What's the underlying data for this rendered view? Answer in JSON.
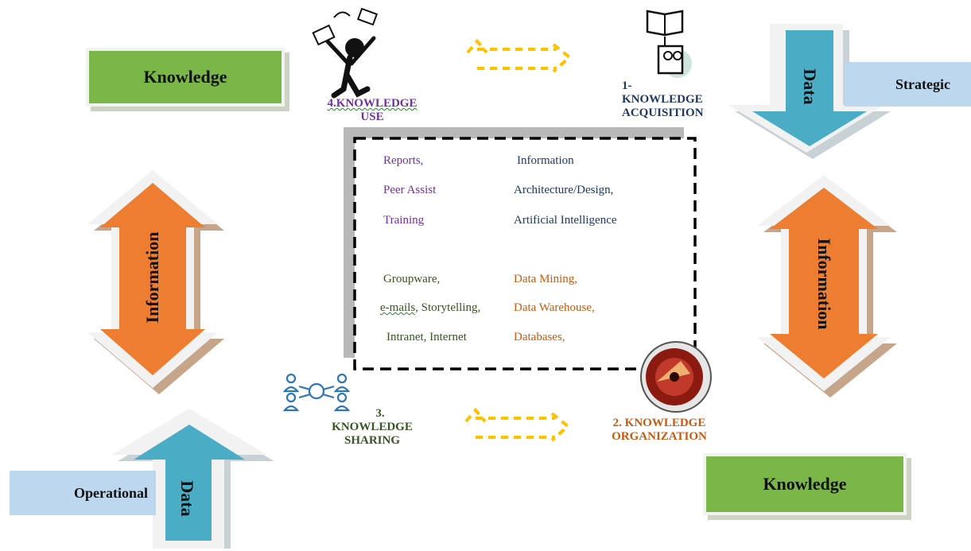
{
  "knowledge_boxes": {
    "top_left": "Knowledge",
    "bottom_right": "Knowledge"
  },
  "tags": {
    "strategic": "Strategic",
    "operational": "Operational"
  },
  "arrows": {
    "data_top_right": "Data",
    "data_bottom_left": "Data",
    "info_left": "Information",
    "info_right": "Information"
  },
  "phases": {
    "use": {
      "line1": "4.KNOWLEDGE",
      "line2": "USE"
    },
    "acquisition": {
      "line1": "1-",
      "line2": "KNOWLEDGE",
      "line3": "ACQUISITION"
    },
    "sharing": {
      "line1": "3.",
      "line2": "KNOWLEDGE",
      "line3": "SHARING"
    },
    "organization": {
      "line1": "2. KNOWLEDGE",
      "line2": "ORGANIZATION"
    }
  },
  "center": {
    "use_items": [
      "Reports,",
      "Peer Assist",
      "Training"
    ],
    "acquisition_items": [
      "Information",
      "Architecture/Design,",
      "Artificial Intelligence"
    ],
    "sharing_items": [
      "Groupware,",
      "e-mails",
      "Storytelling,",
      "Intranet, Internet"
    ],
    "organization_items": [
      "Data Mining,",
      "Data Warehouse,",
      "Databases,"
    ]
  },
  "colors": {
    "green": "#7ab648",
    "blue_arrow": "#4bacc6",
    "orange_arrow": "#ed7d31",
    "tag_blue": "#bdd7ee",
    "cycle_arrow": "#ffc000",
    "purple": "#7030a0",
    "navy": "#1f3864",
    "dark_green": "#375623",
    "dark_orange": "#c55a11"
  },
  "icons": [
    "reading-person-icon",
    "book-glasses-icon",
    "network-people-icon",
    "disc-icon",
    "dashed-cycle-arrow-icon"
  ]
}
